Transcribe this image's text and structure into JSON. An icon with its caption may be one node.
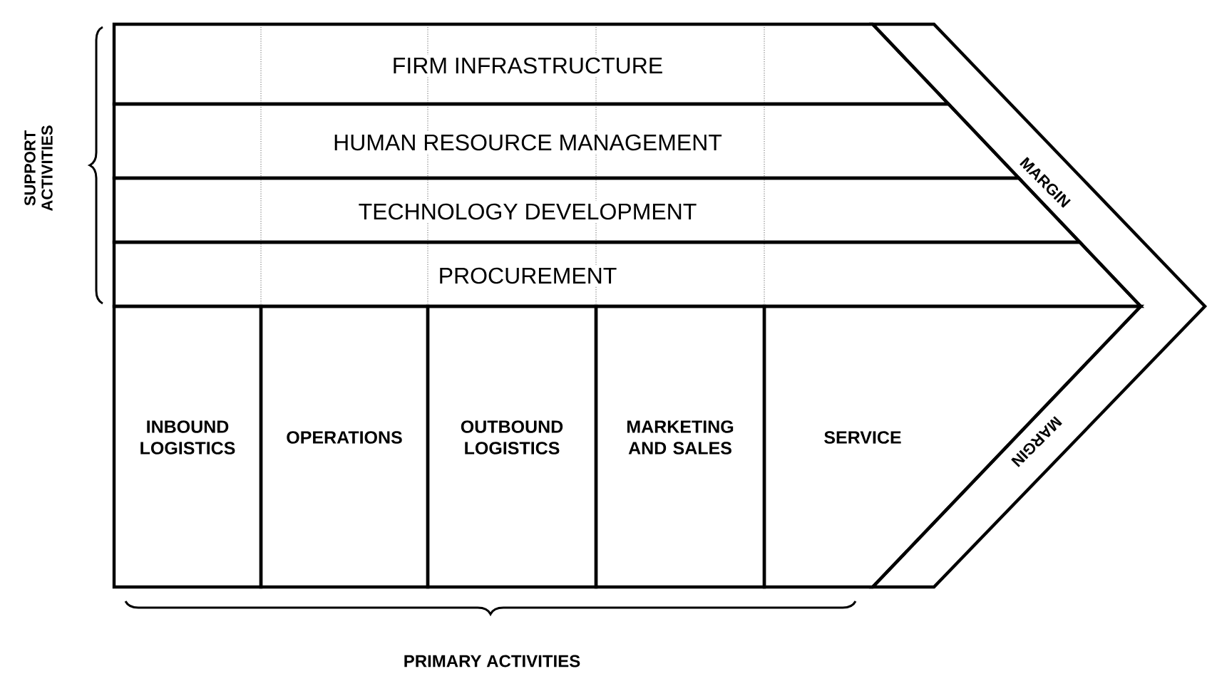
{
  "diagram": {
    "nodes": [
      {
        "text": [
          "FIRM INFRASTRUCTURE"
        ]
      },
      {
        "text": [
          "HUMAN RESOURCE MANAGEMENT"
        ]
      },
      {
        "text": [
          "TECHNOLOGY DEVELOPMENT"
        ]
      },
      {
        "text": [
          "PROCUREMENT"
        ]
      },
      {
        "text": [
          "INBOUND LOGISTICS"
        ]
      },
      {
        "text": [
          "OPERATIONS"
        ]
      },
      {
        "text": [
          "OUTBOUND LOGISTICS"
        ]
      },
      {
        "text": [
          "MARKETING AND SALES"
        ]
      },
      {
        "text": [
          "SERVICE"
        ]
      }
    ],
    "labels": [
      "SUPPORT ACTIVITIES",
      "MARGIN",
      "MARGIN",
      "PRIMARY ACTIVITIES"
    ]
  }
}
